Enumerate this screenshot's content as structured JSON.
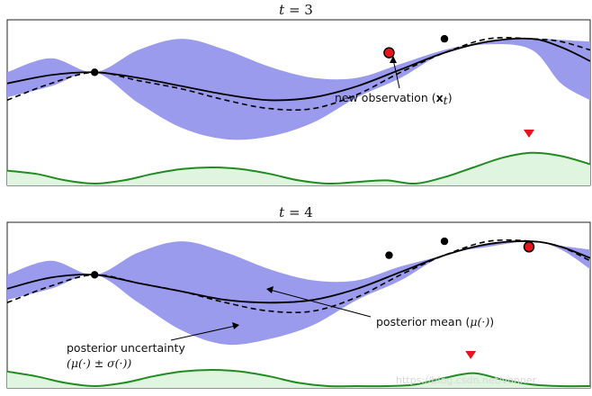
{
  "chart_data": [
    {
      "type": "line",
      "title": "t = 3",
      "title_var": "t",
      "title_rest": " = 3",
      "x": [
        0.0,
        0.05,
        0.1,
        0.15,
        0.2,
        0.25,
        0.3,
        0.35,
        0.4,
        0.45,
        0.5,
        0.55,
        0.6,
        0.65,
        0.7,
        0.75,
        0.8,
        0.85,
        0.9,
        0.95,
        1.0
      ],
      "series": [
        {
          "role": "mean",
          "values": [
            0.5,
            0.65,
            0.7,
            0.6,
            0.45,
            0.3,
            0.2,
            0.25,
            0.45,
            0.75,
            1.05,
            1.25,
            1.3,
            1.15,
            0.9
          ]
        },
        {
          "role": "true",
          "values": [
            0.2,
            0.5,
            0.7,
            0.55,
            0.4,
            0.2,
            0.05,
            0.05,
            0.3,
            0.7,
            1.05,
            1.3,
            1.3,
            1.25,
            1.1
          ]
        },
        {
          "role": "upper",
          "values": [
            0.7,
            0.95,
            0.7,
            1.1,
            1.3,
            1.1,
            0.8,
            0.6,
            0.6,
            0.85,
            1.1,
            1.25,
            1.3,
            1.28,
            1.25
          ]
        },
        {
          "role": "lower",
          "values": [
            0.25,
            0.45,
            0.7,
            0.15,
            -0.3,
            -0.5,
            -0.45,
            -0.2,
            0.25,
            0.6,
            1.05,
            1.2,
            1.1,
            0.5,
            0.2
          ]
        }
      ],
      "mean_x": [
        0.0,
        0.075,
        0.15,
        0.225,
        0.3,
        0.375,
        0.45,
        0.525,
        0.6,
        0.675,
        0.75,
        0.825,
        0.9,
        0.95,
        1.0
      ],
      "observations": [
        [
          0.15,
          0.7
        ],
        [
          0.75,
          1.3
        ]
      ],
      "new_observation": [
        0.655,
        1.05
      ],
      "acquisition": {
        "x": [
          0.0,
          0.05,
          0.1,
          0.15,
          0.2,
          0.25,
          0.3,
          0.35,
          0.4,
          0.45,
          0.5,
          0.55,
          0.6,
          0.65,
          0.7,
          0.75,
          0.8,
          0.85,
          0.9,
          0.95,
          1.0
        ],
        "values": [
          0.4,
          0.3,
          0.1,
          0.0,
          0.1,
          0.3,
          0.45,
          0.5,
          0.45,
          0.3,
          0.1,
          0.0,
          0.05,
          0.1,
          0.0,
          0.2,
          0.5,
          0.8,
          0.95,
          0.85,
          0.6
        ],
        "max_marker_x": 0.895
      },
      "annotations": [
        {
          "text": "new observation (",
          "math": "x",
          "sub": "t",
          "close": ")",
          "target": [
            0.655,
            1.05
          ]
        }
      ]
    },
    {
      "type": "line",
      "title": "t = 4",
      "title_var": "t",
      "title_rest": " = 4",
      "series": [
        {
          "role": "mean",
          "values": [
            0.45,
            0.65,
            0.7,
            0.55,
            0.4,
            0.25,
            0.2,
            0.25,
            0.45,
            0.75,
            1.05,
            1.25,
            1.3,
            1.2,
            1.0
          ]
        },
        {
          "role": "true",
          "values": [
            0.2,
            0.5,
            0.7,
            0.55,
            0.4,
            0.2,
            0.05,
            0.05,
            0.3,
            0.7,
            1.05,
            1.3,
            1.3,
            1.2,
            0.95
          ]
        },
        {
          "role": "upper",
          "values": [
            0.7,
            0.95,
            0.7,
            1.1,
            1.3,
            1.1,
            0.8,
            0.6,
            0.6,
            0.85,
            1.05,
            1.25,
            1.3,
            1.22,
            1.15
          ]
        },
        {
          "role": "lower",
          "values": [
            0.25,
            0.45,
            0.7,
            0.2,
            -0.3,
            -0.55,
            -0.45,
            -0.2,
            0.25,
            0.6,
            1.05,
            1.2,
            1.3,
            1.15,
            0.8
          ]
        }
      ],
      "observations": [
        [
          0.15,
          0.7
        ],
        [
          0.655,
          1.05
        ],
        [
          0.75,
          1.3
        ]
      ],
      "new_observation": [
        0.895,
        1.2
      ],
      "acquisition": {
        "x": [
          0.0,
          0.05,
          0.1,
          0.15,
          0.2,
          0.25,
          0.3,
          0.35,
          0.4,
          0.45,
          0.5,
          0.55,
          0.6,
          0.65,
          0.7,
          0.75,
          0.8,
          0.85,
          0.9,
          0.95,
          1.0
        ],
        "values": [
          0.45,
          0.3,
          0.1,
          0.0,
          0.1,
          0.3,
          0.45,
          0.5,
          0.45,
          0.3,
          0.1,
          0.0,
          0.0,
          0.0,
          0.05,
          0.25,
          0.4,
          0.2,
          0.05,
          0.0,
          0.0
        ],
        "max_marker_x": 0.795
      },
      "annotations": [
        {
          "text": "posterior mean (",
          "math": "μ(·)",
          "close": ")",
          "target": [
            0.44,
            0.2
          ]
        },
        {
          "text": "posterior uncertainty",
          "line2": "(μ(·) ± σ(·))",
          "target": [
            0.4,
            -0.45
          ]
        }
      ]
    }
  ],
  "colors": {
    "band": "#9b9bee",
    "line": "#000000",
    "observation": "#000000",
    "new_observation": "#e8141c",
    "acquisition_line": "#228b22",
    "acquisition_fill": "#dff5df",
    "marker": "#e8141c"
  },
  "watermark": "https://blog.csdn.net/vonner"
}
